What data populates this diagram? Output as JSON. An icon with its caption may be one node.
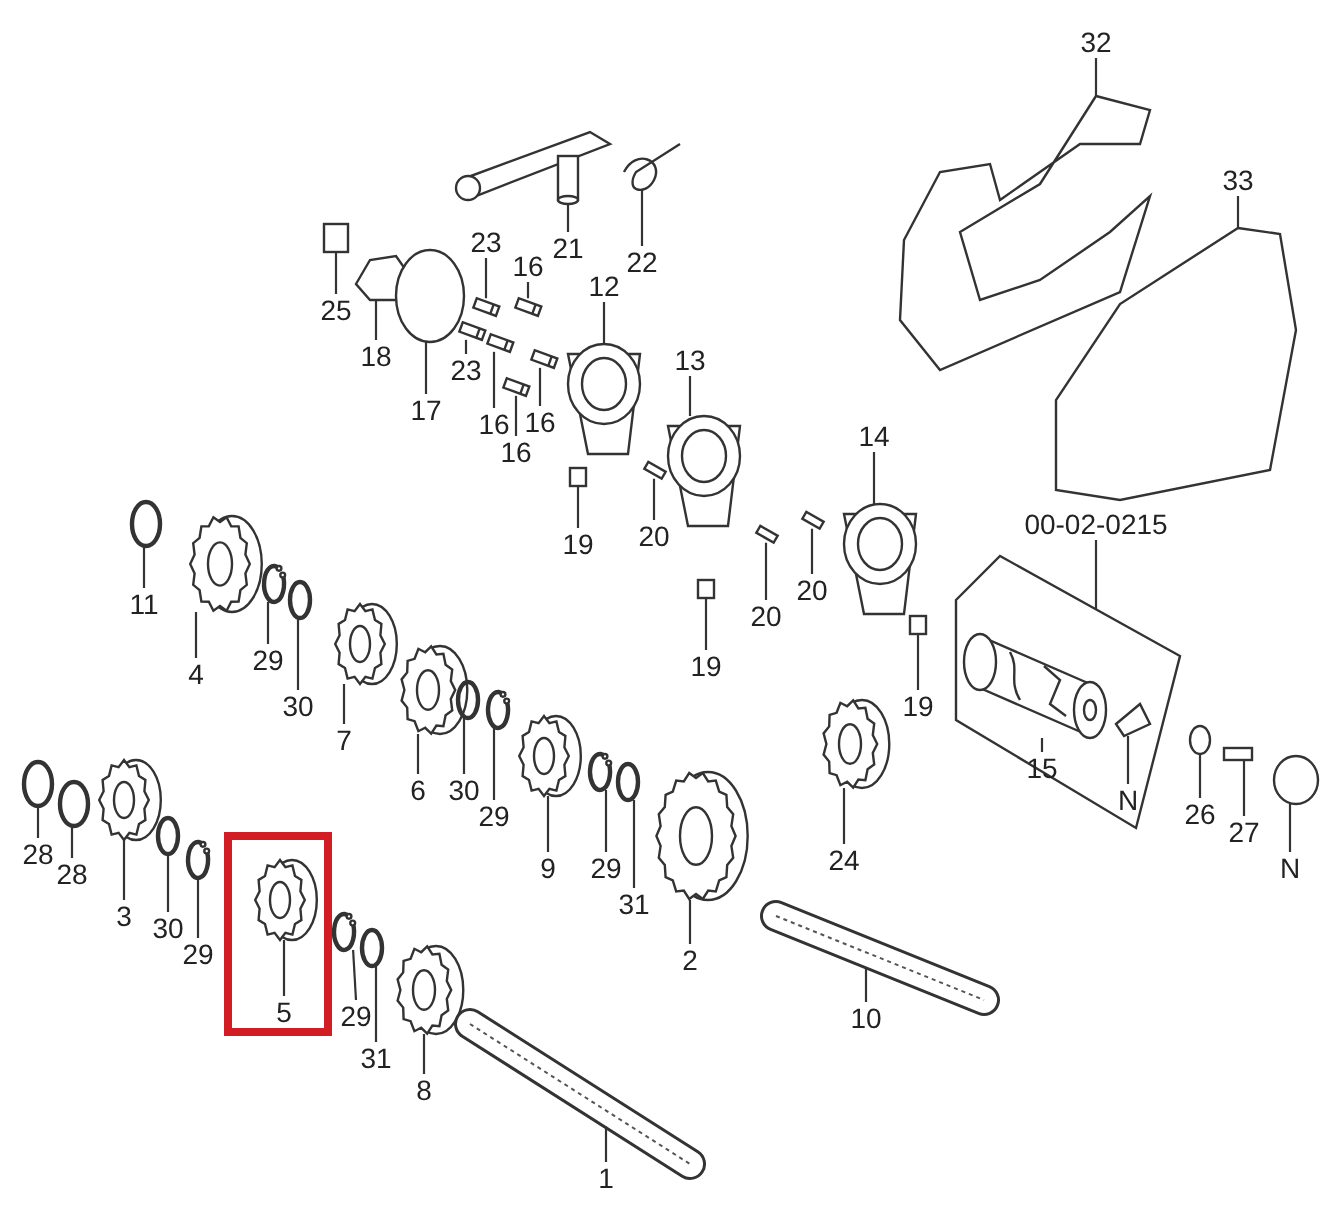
{
  "diagram": {
    "nodes": [
      {
        "text": [
          "32"
        ]
      },
      {
        "text": [
          "33"
        ]
      },
      {
        "text": [
          "21"
        ]
      },
      {
        "text": [
          "23"
        ]
      },
      {
        "text": [
          "22"
        ]
      },
      {
        "text": [
          "16"
        ]
      },
      {
        "text": [
          "12"
        ]
      },
      {
        "text": [
          "25"
        ]
      },
      {
        "text": [
          "18"
        ]
      },
      {
        "text": [
          "13"
        ]
      },
      {
        "text": [
          "23"
        ]
      },
      {
        "text": [
          "17"
        ]
      },
      {
        "text": [
          "16"
        ]
      },
      {
        "text": [
          "16"
        ]
      },
      {
        "text": [
          "14"
        ]
      },
      {
        "text": [
          "16"
        ]
      },
      {
        "text": [
          "20"
        ]
      },
      {
        "text": [
          "19"
        ]
      },
      {
        "text": [
          "00-02-0215"
        ]
      },
      {
        "text": [],
        "shape": "box"
      },
      {
        "text": [
          "15"
        ],
        "in": 19
      },
      {
        "text": [
          "N"
        ],
        "in": 19
      },
      {
        "text": [
          "20"
        ]
      },
      {
        "text": [
          "11"
        ]
      },
      {
        "text": [
          "20"
        ]
      },
      {
        "text": [
          "29"
        ]
      },
      {
        "text": [
          "19"
        ]
      },
      {
        "text": [
          "4"
        ]
      },
      {
        "text": [
          "30"
        ]
      },
      {
        "text": [
          "19"
        ]
      },
      {
        "text": [
          "7"
        ]
      },
      {
        "text": [
          "6"
        ]
      },
      {
        "text": [
          "30"
        ]
      },
      {
        "text": [
          "26"
        ]
      },
      {
        "text": [
          "29"
        ]
      },
      {
        "text": [
          "27"
        ]
      },
      {
        "text": [
          "28"
        ]
      },
      {
        "text": [
          "24"
        ]
      },
      {
        "text": [
          "9"
        ]
      },
      {
        "text": [
          "29"
        ]
      },
      {
        "text": [
          "N"
        ]
      },
      {
        "text": [
          "28"
        ]
      },
      {
        "text": [],
        "shape": "box"
      },
      {
        "text": [
          "5"
        ],
        "in": 42
      },
      {
        "text": [
          "31"
        ]
      },
      {
        "text": [
          "3"
        ]
      },
      {
        "text": [
          "30"
        ]
      },
      {
        "text": [
          "29"
        ]
      },
      {
        "text": [
          "2"
        ]
      },
      {
        "text": [
          "29"
        ]
      },
      {
        "text": [
          "10"
        ]
      },
      {
        "text": [
          "31"
        ]
      },
      {
        "text": [
          "8"
        ]
      },
      {
        "text": [
          "1"
        ]
      },
      {
        "text": [],
        "shape": "picture"
      },
      {
        "text": [],
        "shape": "picture"
      },
      {
        "text": [],
        "shape": "picture"
      },
      {
        "text": [],
        "shape": "picture"
      },
      {
        "text": [],
        "shape": "picture"
      },
      {
        "text": [],
        "shape": "picture"
      },
      {
        "text": [],
        "shape": "picture"
      },
      {
        "text": [],
        "shape": "picture"
      },
      {
        "text": [],
        "shape": "picture"
      },
      {
        "text": [],
        "shape": "picture"
      },
      {
        "text": [],
        "shape": "picture"
      },
      {
        "text": [],
        "shape": "picture"
      },
      {
        "text": [],
        "shape": "picture"
      },
      {
        "text": [],
        "shape": "picture"
      },
      {
        "text": [],
        "shape": "picture"
      },
      {
        "text": [],
        "shape": "picture"
      },
      {
        "text": [],
        "shape": "picture"
      },
      {
        "text": [],
        "shape": "picture"
      },
      {
        "text": [],
        "shape": "picture",
        "in": 19
      },
      {
        "text": [],
        "shape": "picture",
        "in": 19
      },
      {
        "text": [],
        "shape": "picture"
      },
      {
        "text": [],
        "shape": "picture"
      },
      {
        "text": [],
        "shape": "picture"
      },
      {
        "text": [],
        "shape": "picture"
      },
      {
        "text": [],
        "shape": "picture"
      },
      {
        "text": [],
        "shape": "picture"
      },
      {
        "text": [],
        "shape": "picture"
      },
      {
        "text": [],
        "shape": "picture"
      },
      {
        "text": [],
        "shape": "picture"
      },
      {
        "text": [],
        "shape": "picture"
      },
      {
        "text": [],
        "shape": "picture"
      },
      {
        "text": [],
        "shape": "picture"
      },
      {
        "text": [],
        "shape": "picture"
      },
      {
        "text": [],
        "shape": "picture"
      },
      {
        "text": [],
        "shape": "picture"
      },
      {
        "text": [],
        "shape": "picture"
      },
      {
        "text": [],
        "shape": "picture"
      },
      {
        "text": [],
        "shape": "picture"
      },
      {
        "text": [],
        "shape": "picture"
      },
      {
        "text": [],
        "shape": "picture"
      },
      {
        "text": [],
        "shape": "picture",
        "in": 42
      },
      {
        "text": [],
        "shape": "picture"
      },
      {
        "text": [],
        "shape": "picture"
      },
      {
        "text": [],
        "shape": "picture"
      },
      {
        "text": [],
        "shape": "picture"
      },
      {
        "text": [],
        "shape": "picture"
      },
      {
        "text": [],
        "shape": "picture"
      },
      {
        "text": [],
        "shape": "picture"
      },
      {
        "text": [],
        "shape": "picture"
      },
      {
        "text": [],
        "shape": "picture"
      },
      {
        "text": [],
        "shape": "picture"
      }
    ],
    "edges": [
      {
        "from": 0,
        "to": 54,
        "arrow": "none"
      },
      {
        "from": 1,
        "to": 55,
        "arrow": "none"
      },
      {
        "from": 2,
        "to": 56,
        "arrow": "none"
      },
      {
        "from": 3,
        "to": 57,
        "arrow": "none"
      },
      {
        "from": 4,
        "to": 58,
        "arrow": "none"
      },
      {
        "from": 5,
        "to": 59,
        "arrow": "none"
      },
      {
        "from": 6,
        "to": 60,
        "arrow": "none"
      },
      {
        "from": 7,
        "to": 61,
        "arrow": "none"
      },
      {
        "from": 8,
        "to": 62,
        "arrow": "none"
      },
      {
        "from": 9,
        "to": 63,
        "arrow": "none"
      },
      {
        "from": 10,
        "to": 64,
        "arrow": "none"
      },
      {
        "from": 11,
        "to": 65,
        "arrow": "none"
      },
      {
        "from": 12,
        "to": 66,
        "arrow": "none"
      },
      {
        "from": 13,
        "to": 67,
        "arrow": "none"
      },
      {
        "from": 14,
        "to": 68,
        "arrow": "none"
      },
      {
        "from": 15,
        "to": 69,
        "arrow": "none"
      },
      {
        "from": 16,
        "to": 70,
        "arrow": "none"
      },
      {
        "from": 17,
        "to": 71,
        "arrow": "none"
      },
      {
        "from": 18,
        "to": 19,
        "arrow": "none"
      },
      {
        "from": 20,
        "to": 72,
        "arrow": "none"
      },
      {
        "from": 21,
        "to": 73,
        "arrow": "none"
      },
      {
        "from": 22,
        "to": 74,
        "arrow": "none"
      },
      {
        "from": 23,
        "to": 75,
        "arrow": "none"
      },
      {
        "from": 24,
        "to": 76,
        "arrow": "none"
      },
      {
        "from": 25,
        "to": 77,
        "arrow": "none"
      },
      {
        "from": 26,
        "to": 78,
        "arrow": "none"
      },
      {
        "from": 27,
        "to": 79,
        "arrow": "none"
      },
      {
        "from": 28,
        "to": 80,
        "arrow": "none"
      },
      {
        "from": 29,
        "to": 81,
        "arrow": "none"
      },
      {
        "from": 30,
        "to": 82,
        "arrow": "none"
      },
      {
        "from": 31,
        "to": 83,
        "arrow": "none"
      },
      {
        "from": 32,
        "to": 84,
        "arrow": "none"
      },
      {
        "from": 33,
        "to": 85,
        "arrow": "none"
      },
      {
        "from": 34,
        "to": 86,
        "arrow": "none"
      },
      {
        "from": 35,
        "to": 87,
        "arrow": "none"
      },
      {
        "from": 36,
        "to": 88,
        "arrow": "none"
      },
      {
        "from": 37,
        "to": 89,
        "arrow": "none"
      },
      {
        "from": 38,
        "to": 90,
        "arrow": "none"
      },
      {
        "from": 39,
        "to": 91,
        "arrow": "none"
      },
      {
        "from": 40,
        "to": 92,
        "arrow": "none"
      },
      {
        "from": 41,
        "to": 93,
        "arrow": "none"
      },
      {
        "from": 43,
        "to": 94,
        "arrow": "none"
      },
      {
        "from": 44,
        "to": 95,
        "arrow": "none"
      },
      {
        "from": 45,
        "to": 96,
        "arrow": "none"
      },
      {
        "from": 46,
        "to": 97,
        "arrow": "none"
      },
      {
        "from": 47,
        "to": 98,
        "arrow": "none"
      },
      {
        "from": 48,
        "to": 99,
        "arrow": "none"
      },
      {
        "from": 49,
        "to": 100,
        "arrow": "none"
      },
      {
        "from": 50,
        "to": 101,
        "arrow": "none"
      },
      {
        "from": 51,
        "to": 102,
        "arrow": "none"
      },
      {
        "from": 52,
        "to": 103,
        "arrow": "none"
      },
      {
        "from": 53,
        "to": 104,
        "arrow": "none"
      }
    ]
  }
}
